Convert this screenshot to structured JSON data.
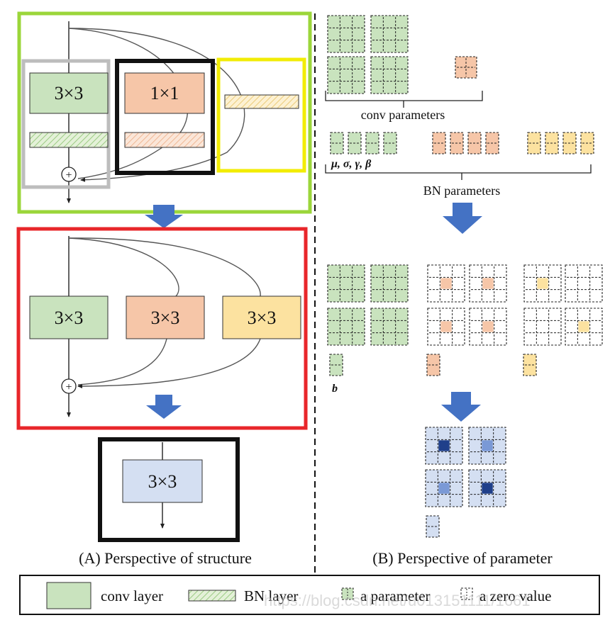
{
  "colors": {
    "green_box": "#9BD63A",
    "red_box": "#E8262A",
    "yellow_box": "#F2EC06",
    "gray_box": "#BDBDBD",
    "black_box": "#111111",
    "conv_green": "#C9E3BE",
    "conv_orange": "#F6C6A8",
    "conv_yellow": "#FCE2A0",
    "conv_blue": "#D4DFF2",
    "param_dark_blue": "#1F3F8A",
    "param_light_blue": "#7A99D6",
    "arrow_blue": "#4472C4"
  },
  "structure": {
    "top": {
      "kernel_3x3": "3×3",
      "kernel_1x1": "1×1",
      "sum_symbol": "+"
    },
    "middle": {
      "kernel_a": "3×3",
      "kernel_b": "3×3",
      "kernel_c": "3×3",
      "sum_symbol": "+"
    },
    "bottom": {
      "kernel": "3×3"
    },
    "caption": "(A) Perspective of structure"
  },
  "parameters": {
    "conv_label": "conv parameters",
    "bn_symbols": "μ,  σ,  γ,  β",
    "bn_label": "BN parameters",
    "bias_symbol": "b",
    "caption": "(B) Perspective of parameter"
  },
  "legend": {
    "conv_layer": "conv layer",
    "bn_layer": "BN layer",
    "a_parameter": "a parameter",
    "a_zero_value": "a zero value",
    "watermark": "https://blog.csdn.net/u013151111/1661"
  }
}
